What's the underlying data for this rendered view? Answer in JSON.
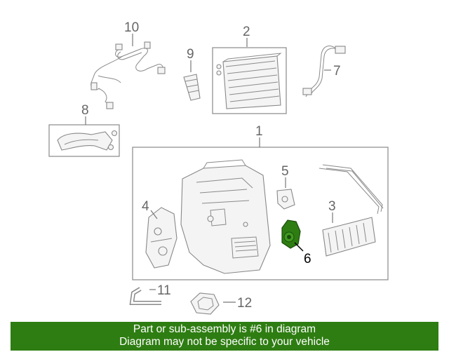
{
  "callouts": {
    "c1": "1",
    "c2": "2",
    "c3": "3",
    "c4": "4",
    "c5": "5",
    "c6": "6",
    "c7": "7",
    "c8": "8",
    "c9": "9",
    "c10": "10",
    "c11": "11",
    "c12": "12"
  },
  "highlight": {
    "part_number": "6",
    "color": "#2e7d12"
  },
  "banner": {
    "line1": "Part or sub-assembly is #6 in diagram",
    "line2": "Diagram may not be specific to your vehicle",
    "background": "#2e7d12",
    "text_color": "#ffffff"
  }
}
